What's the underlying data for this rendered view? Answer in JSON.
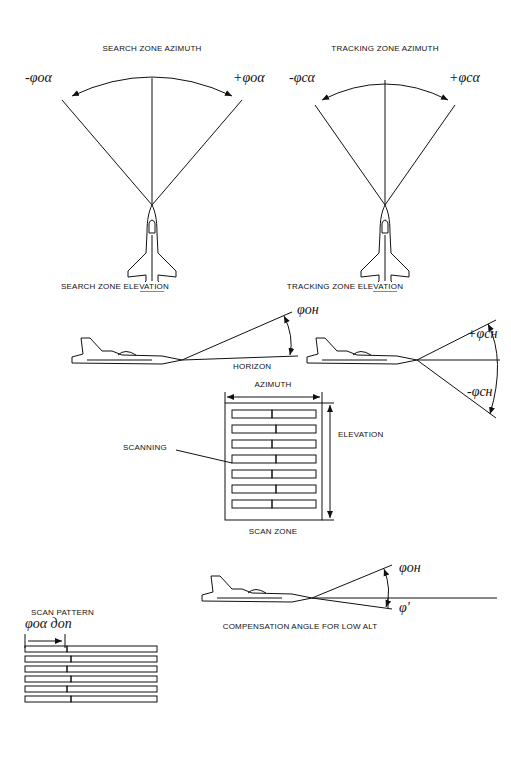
{
  "diagram": {
    "labels": [
      "SEARCH ZONE AZIMUTH",
      "TRACKING ZONE AZIMUTH",
      "-φoα",
      "+φoα",
      "-φcα",
      "+φcα",
      "SEARCH ZONE ELEVATION",
      "TRACKING ZONE ELEVATION",
      "φoн",
      "HORIZON",
      "+φcн",
      "-φcн",
      "AZIMUTH",
      "ELEVATION",
      "SCANNING",
      "SCAN ZONE",
      "φoн",
      "φ'",
      "COMPENSATION ANGLE FOR LOW ALT",
      "SCAN PATTERN",
      "φoα доп"
    ]
  }
}
